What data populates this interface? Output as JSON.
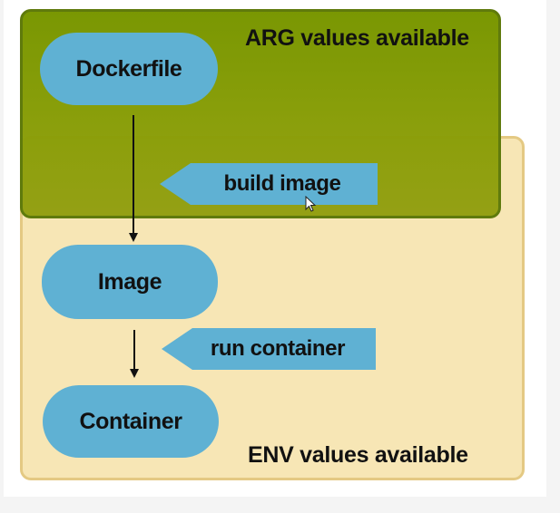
{
  "regions": {
    "arg": {
      "label": "ARG values available",
      "color": "#7e9800"
    },
    "env": {
      "label": "ENV values available",
      "color": "#f7e6b5"
    }
  },
  "nodes": {
    "dockerfile": "Dockerfile",
    "image": "Image",
    "container": "Container",
    "color": "#5fb1d3"
  },
  "actions": {
    "build": "build image",
    "run": "run container"
  },
  "icons": {
    "cursor": "mouse-pointer-icon"
  }
}
